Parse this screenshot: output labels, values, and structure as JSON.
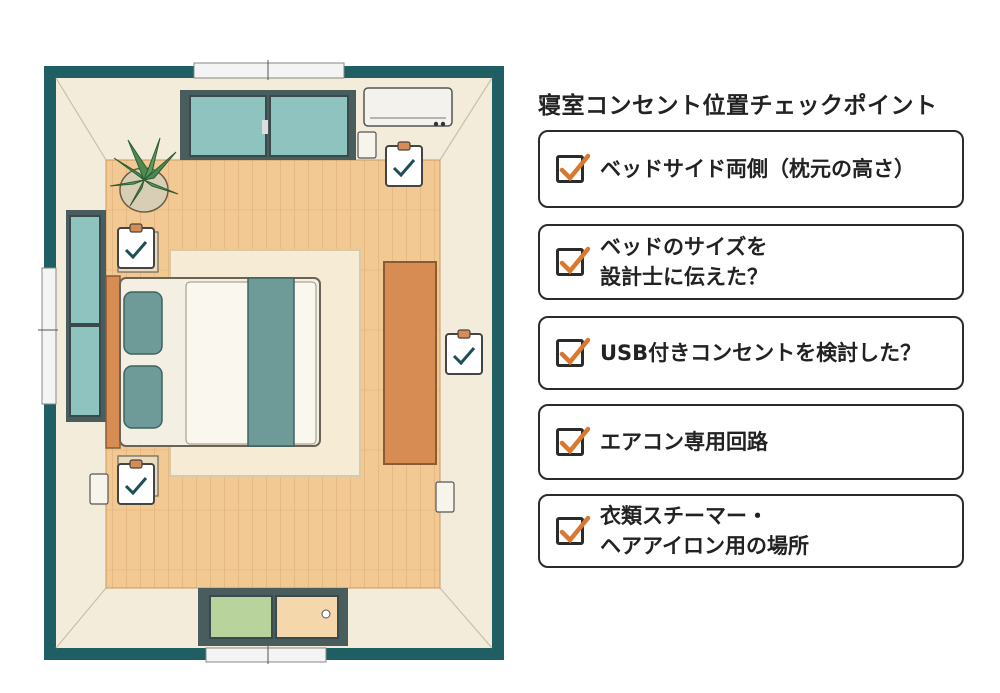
{
  "title": "寝室コンセント位置チェックポイント",
  "checklist": [
    {
      "lines": [
        "ベッドサイド両側（枕元の高さ）"
      ],
      "checked": true
    },
    {
      "lines": [
        "ベッドのサイズを",
        "設計士に伝えた？"
      ],
      "checked": true
    },
    {
      "lines": [
        "USB付きコンセントを検討した？"
      ],
      "checked": true
    },
    {
      "lines": [
        "エアコン専用回路"
      ],
      "checked": true
    },
    {
      "lines": [
        "衣類スチーマー・",
        "ヘアアイロン用の場所"
      ],
      "checked": true
    }
  ],
  "colors": {
    "wall": "#1f5e63",
    "floor_border": "#f3ecda",
    "wood": "#f2c893",
    "wood_line": "#dcaa72",
    "rug": "#f6ecd6",
    "bedding": "#f3efe3",
    "teal": "#6e9a98",
    "dresser": "#d68c52",
    "window_glass": "#8fc3c0",
    "check_orange": "#d9782f"
  }
}
